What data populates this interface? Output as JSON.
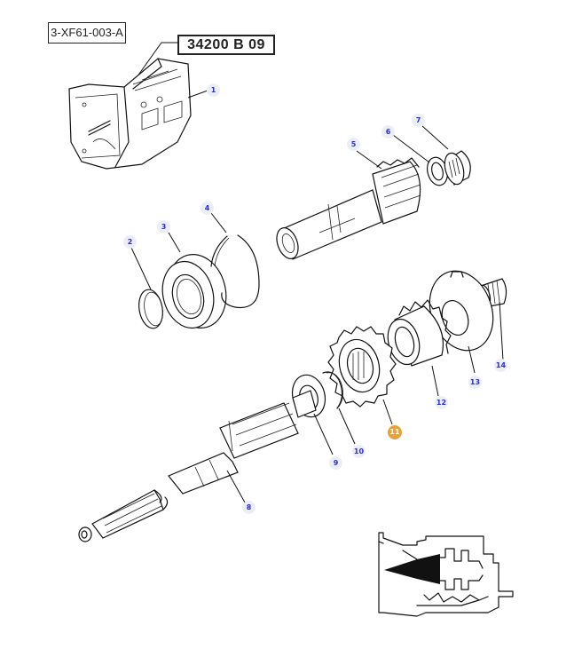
{
  "diagram": {
    "reference_code": "3-XF61-003-A",
    "group_code": "34200 B 09",
    "highlight_color": "#e9a23b",
    "callout_color": "#2a2ae0",
    "callouts": [
      {
        "id": "1",
        "label": "1",
        "part": "transmission-housing"
      },
      {
        "id": "2",
        "label": "2",
        "part": "snap-ring"
      },
      {
        "id": "3",
        "label": "3",
        "part": "ball-bearing"
      },
      {
        "id": "4",
        "label": "4",
        "part": "circlip"
      },
      {
        "id": "5",
        "label": "5",
        "part": "input-shaft-gear"
      },
      {
        "id": "6",
        "label": "6",
        "part": "bearing-race"
      },
      {
        "id": "7",
        "label": "7",
        "part": "needle-bearing"
      },
      {
        "id": "8",
        "label": "8",
        "part": "main-shaft"
      },
      {
        "id": "9",
        "label": "9",
        "part": "thrust-washer"
      },
      {
        "id": "10",
        "label": "10",
        "part": "retaining-ring"
      },
      {
        "id": "11",
        "label": "11",
        "part": "gear",
        "selected": true
      },
      {
        "id": "12",
        "label": "12",
        "part": "gear"
      },
      {
        "id": "13",
        "label": "13",
        "part": "thrust-plate"
      },
      {
        "id": "14",
        "label": "14",
        "part": "needle-cage-bearing"
      }
    ]
  }
}
